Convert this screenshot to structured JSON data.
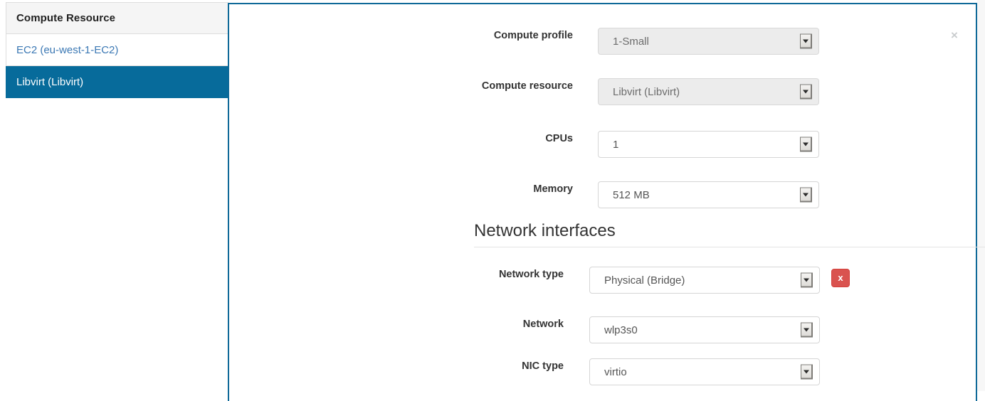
{
  "sidebar": {
    "header": "Compute Resource",
    "items": [
      {
        "label": "EC2 (eu-west-1-EC2)",
        "selected": false
      },
      {
        "label": "Libvirt (Libvirt)",
        "selected": true
      }
    ],
    "selected_color": "#076b9b",
    "link_color": "#3b78b4"
  },
  "panel": {
    "close_label": "×",
    "border_color": "#0f6998"
  },
  "form": {
    "compute_profile": {
      "label": "Compute profile",
      "value": "1-Small",
      "disabled": true
    },
    "compute_resource": {
      "label": "Compute resource",
      "value": "Libvirt (Libvirt)",
      "disabled": true
    },
    "cpus": {
      "label": "CPUs",
      "value": "1",
      "disabled": false
    },
    "memory": {
      "label": "Memory",
      "value": "512 MB",
      "disabled": false
    }
  },
  "network_section": {
    "title": "Network interfaces",
    "network_type": {
      "label": "Network type",
      "value": "Physical (Bridge)",
      "disabled": false
    },
    "network": {
      "label": "Network",
      "value": "wlp3s0",
      "disabled": false
    },
    "nic_type": {
      "label": "NIC type",
      "value": "virtio",
      "disabled": false
    },
    "remove_label": "x",
    "remove_color": "#d9534f"
  }
}
